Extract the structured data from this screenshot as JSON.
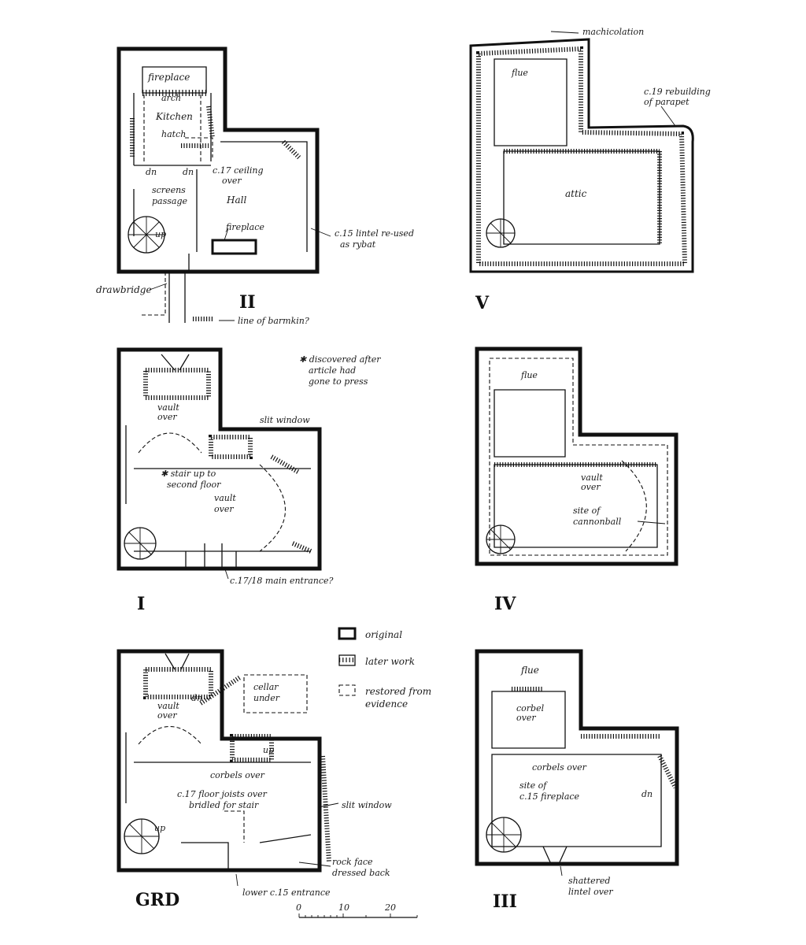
{
  "plans": {
    "ii": {
      "title": "II",
      "fireplace_top": "fireplace",
      "arch": "arch",
      "kitchen": "Kitchen",
      "hatch": "hatch",
      "dn1": "dn",
      "dn2": "dn",
      "ceiling_1": "c.17 ceiling",
      "ceiling_2": "over",
      "hall": "Hall",
      "screens_1": "screens",
      "screens_2": "passage",
      "up": "up",
      "fireplace": "fireplace",
      "lintel_1": "c.15 lintel re-used",
      "lintel_2": "as rybat",
      "drawbridge": "drawbridge",
      "barmkin": "line of barmkin?"
    },
    "v": {
      "title": "V",
      "machicolation": "machicolation",
      "flue": "flue",
      "rebuild_1": "c.19 rebuilding",
      "rebuild_2": "of parapet",
      "attic": "attic"
    },
    "i": {
      "title": "I",
      "note_1": "✱ discovered after",
      "note_2": "article had",
      "note_3": "gone to press",
      "vault1_1": "vault",
      "vault1_2": "over",
      "slit": "slit window",
      "stair_1": "✱ stair up to",
      "stair_2": "second floor",
      "vault2_1": "vault",
      "vault2_2": "over",
      "entrance": "c.17/18 main entrance?"
    },
    "iv": {
      "title": "IV",
      "flue": "flue",
      "vault_1": "vault",
      "vault_2": "over",
      "site_1": "site of",
      "site_2": "cannonball"
    },
    "grd": {
      "title": "GRD",
      "cellar_1": "cellar",
      "cellar_2": "under",
      "dn": "dn",
      "vault_1": "vault",
      "vault_2": "over",
      "up": "up",
      "corbels": "corbels over",
      "joists_1": "c.17 floor joists over",
      "joists_2": "bridled for stair",
      "slit": "slit window",
      "up2": "up",
      "rock_1": "rock face",
      "rock_2": "dressed back",
      "entrance": "lower c.15 entrance"
    },
    "iii": {
      "title": "III",
      "flue": "flue",
      "corbel_1": "corbel",
      "corbel_2": "over",
      "corbels": "corbels over",
      "site_1": "site of",
      "site_2": "c.15 fireplace",
      "dn": "dn",
      "lintel_1": "shattered",
      "lintel_2": "lintel over"
    }
  },
  "legend": {
    "original": "original",
    "later": "later work",
    "restored_1": "restored from",
    "restored_2": "evidence"
  },
  "scale": {
    "t0": "0",
    "t10": "10",
    "t20": "20"
  }
}
